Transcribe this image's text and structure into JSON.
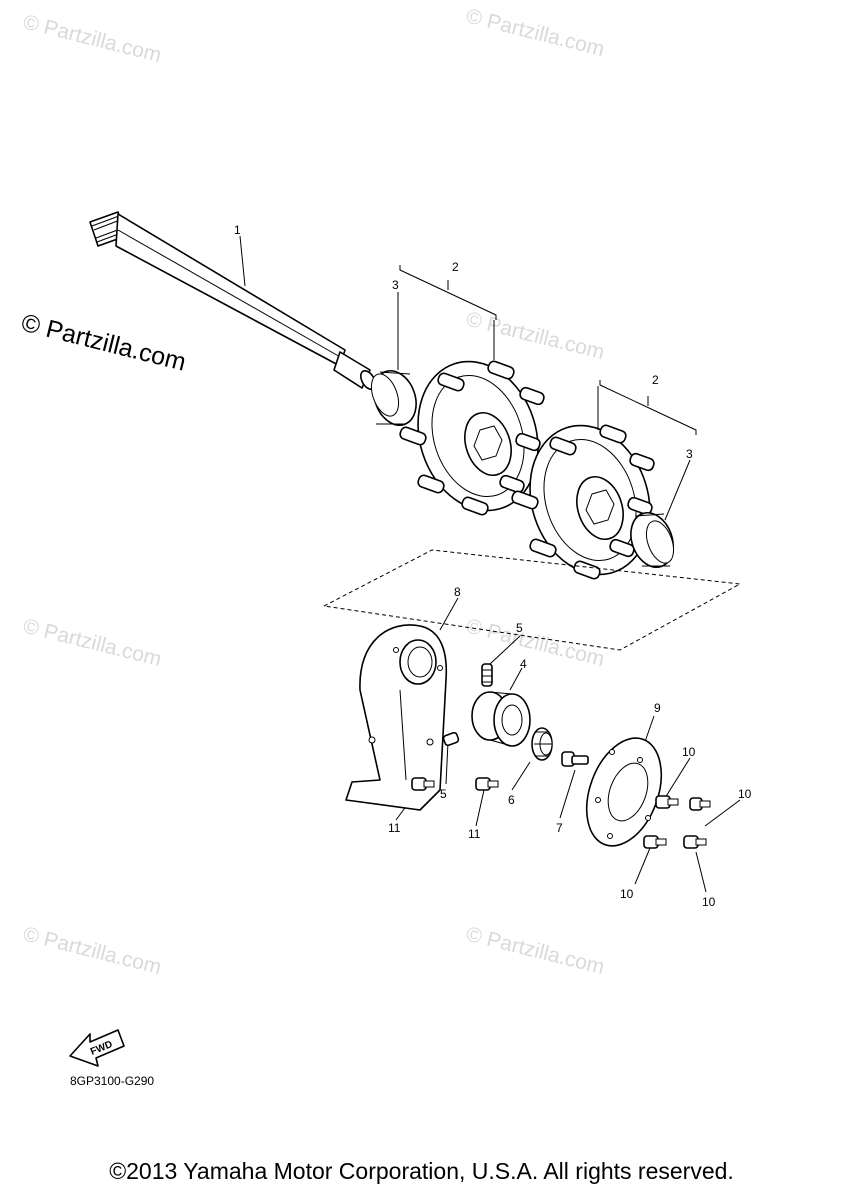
{
  "watermarks": {
    "wm_1": "© Partzilla.com",
    "wm_2": "© Partzilla.com",
    "wm_3": "© Partzilla.com",
    "wm_4": "© Partzilla.com",
    "wm_5": "© Partzilla.com",
    "wm_6": "© Partzilla.com",
    "wm_7": "© Partzilla.com",
    "wm_8": "© Partzilla.com",
    "wm_dark": "© Partzilla.com"
  },
  "callouts": {
    "c1": "1",
    "c2a": "2",
    "c2b": "2",
    "c3a": "3",
    "c3b": "3",
    "c4": "4",
    "c5a": "5",
    "c5b": "5",
    "c6": "6",
    "c7": "7",
    "c8": "8",
    "c9": "9",
    "c10a": "10",
    "c10b": "10",
    "c10c": "10",
    "c10d": "10",
    "c11a": "11",
    "c11b": "11"
  },
  "fwd_label": "FWD",
  "diagram_code": "8GP3100-G290",
  "copyright": "©2013 Yamaha Motor Corporation, U.S.A. All rights reserved."
}
